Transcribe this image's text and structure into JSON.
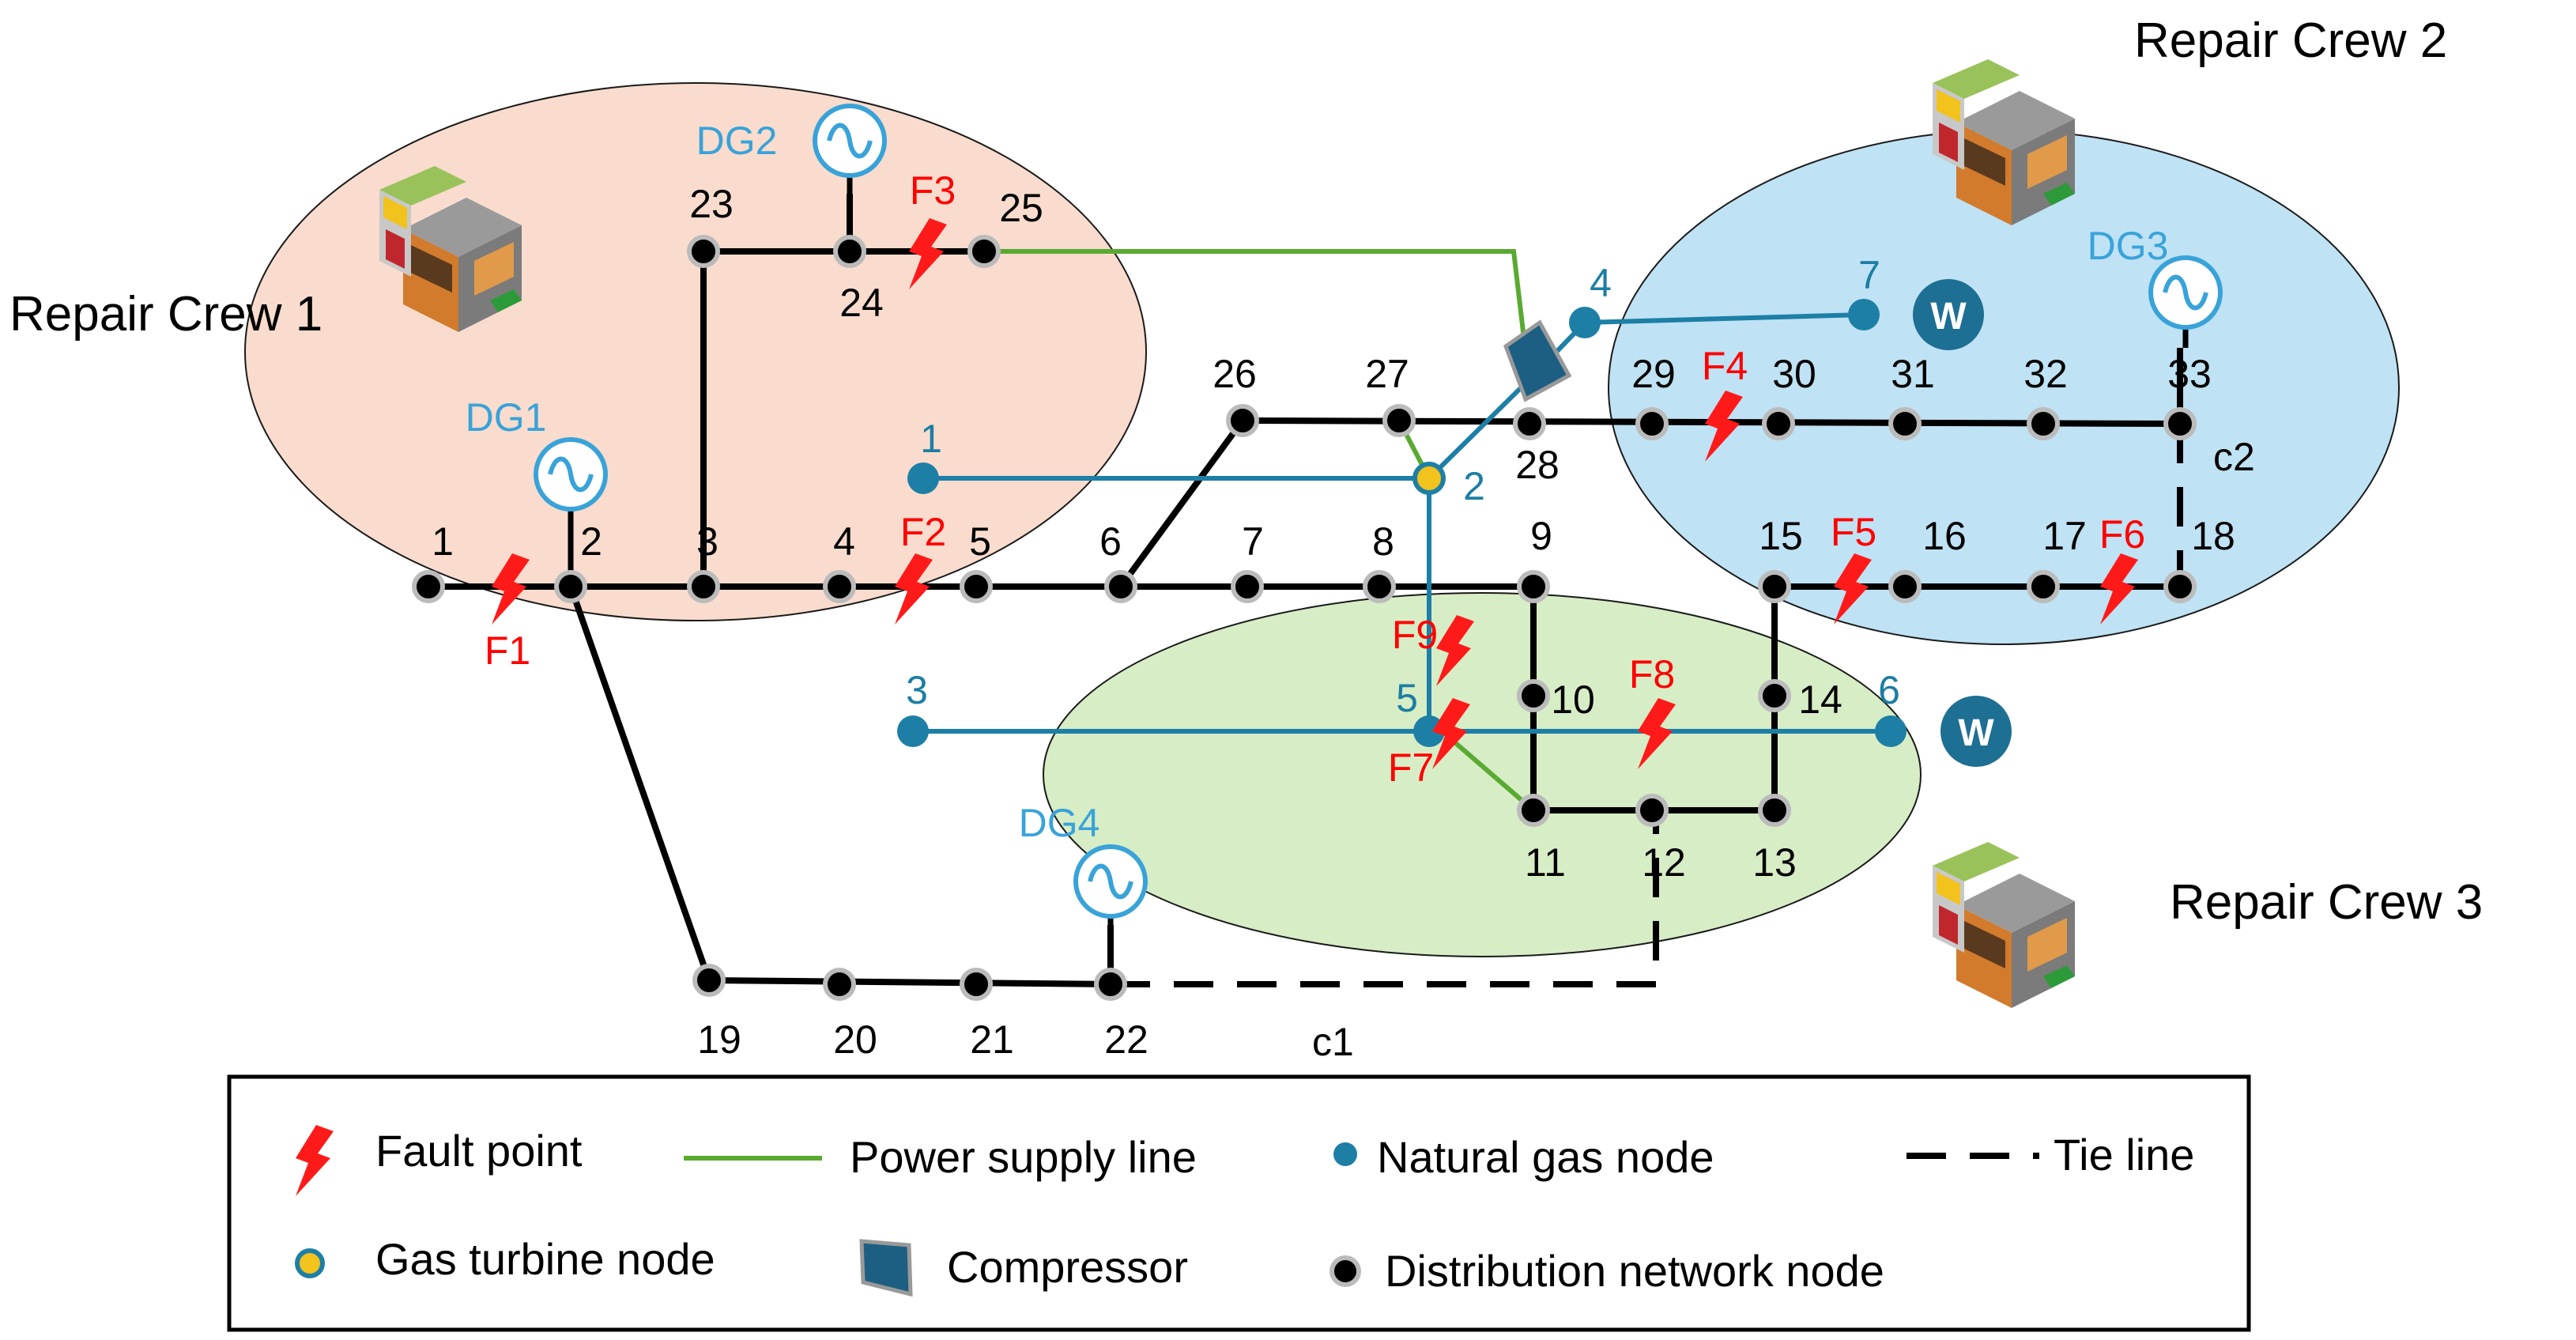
{
  "crews": [
    "Repair Crew 1",
    "Repair Crew 2",
    "Repair Crew 3"
  ],
  "dg_labels": [
    "DG1",
    "DG2",
    "DG3",
    "DG4"
  ],
  "dist_node_labels": [
    "1",
    "2",
    "3",
    "4",
    "5",
    "6",
    "7",
    "8",
    "9",
    "10",
    "11",
    "12",
    "13",
    "14",
    "15",
    "16",
    "17",
    "18",
    "19",
    "20",
    "21",
    "22",
    "23",
    "24",
    "25",
    "26",
    "27",
    "28",
    "29",
    "30",
    "31",
    "32",
    "33"
  ],
  "gas_node_labels": [
    "1",
    "2",
    "3",
    "4",
    "5",
    "6",
    "7"
  ],
  "fault_labels": [
    "F1",
    "F2",
    "F3",
    "F4",
    "F5",
    "F6",
    "F7",
    "F8",
    "F9"
  ],
  "tie_labels": [
    "c1",
    "c2"
  ],
  "gas_well_symbol": "W",
  "colors": {
    "zone1": "#f9dccd",
    "zone2": "#bfe2f4",
    "zone3": "#d7edc6",
    "power_supply_line": "#5aaa32",
    "gas_line": "#1d7fa6",
    "fault": "#ff1a1a",
    "dg": "#39a3d9",
    "gas_turbine": "#f2c21d"
  },
  "icons": [
    "repair-station-icon",
    "fault-lightning-icon",
    "generator-icon",
    "compressor-icon",
    "gas-well-icon"
  ],
  "legend": {
    "fault_point": "Fault point",
    "power_supply_line": "Power supply line",
    "natural_gas_node": "Natural gas node",
    "tie_line": "Tie  line",
    "gas_turbine_node": "Gas  turbine node",
    "compressor": "Compressor",
    "distribution_network_node": "Distribution network node"
  }
}
